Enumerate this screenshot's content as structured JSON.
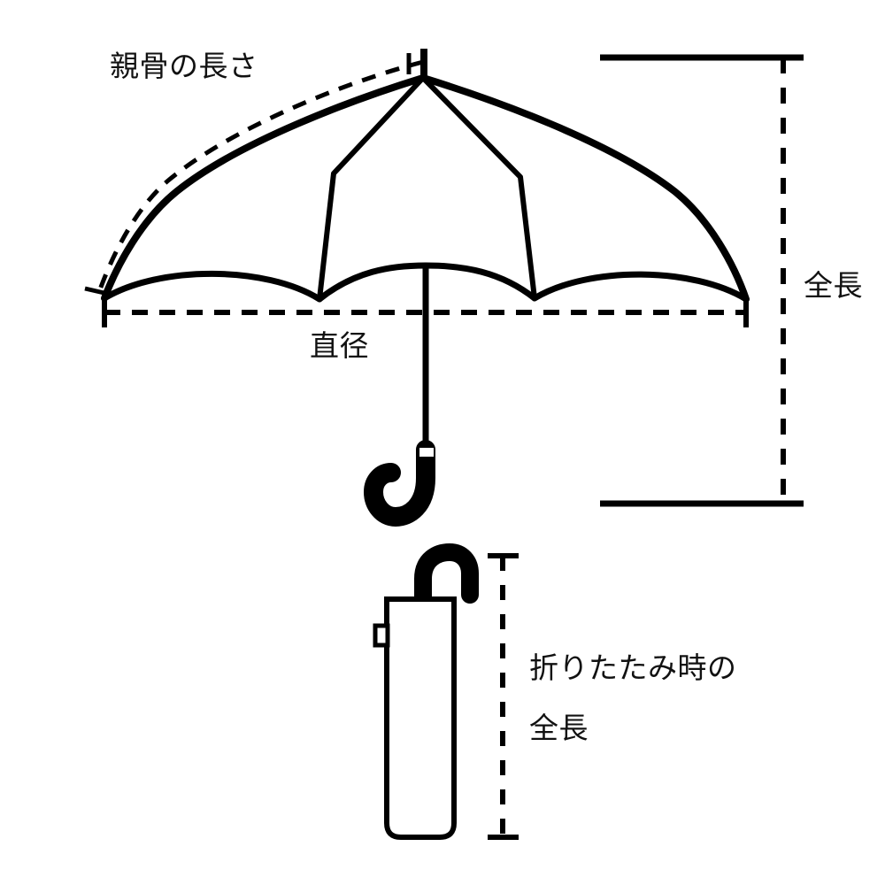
{
  "diagram": {
    "title": "umbrella-measurement-diagram",
    "stroke_color": "#000000",
    "background_color": "#ffffff",
    "labels": {
      "rib_length": "親骨の長さ",
      "diameter": "直径",
      "total_length": "全長",
      "folded_total_length_line1": "折りたたみ時の",
      "folded_total_length_line2": "全長"
    },
    "measurements": [
      {
        "name": "rib-length",
        "label": "親骨の長さ",
        "line_style": "dashed",
        "orientation": "diagonal",
        "from": [
          478,
          70
        ],
        "to": [
          112,
          330
        ]
      },
      {
        "name": "diameter",
        "label": "直径",
        "line_style": "dashed",
        "orientation": "horizontal",
        "from": [
          118,
          353
        ],
        "to": [
          843,
          353
        ]
      },
      {
        "name": "total-length",
        "label": "全長",
        "line_style": "dashed",
        "orientation": "vertical",
        "from": [
          885,
          65
        ],
        "to": [
          885,
          569
        ]
      },
      {
        "name": "folded-total-length",
        "label": "折りたたみ時の全長",
        "line_style": "dashed",
        "orientation": "vertical",
        "from": [
          568,
          628
        ],
        "to": [
          568,
          946
        ]
      }
    ],
    "parts": {
      "open_umbrella": "open-umbrella-front-view",
      "folded_umbrella": "folded-umbrella-front-view",
      "handle": "j-hook-handle",
      "shaft": "umbrella-shaft",
      "canopy": "umbrella-canopy",
      "folded_body": "folded-umbrella-body",
      "folded_hook": "folded-umbrella-hook",
      "strap_tab": "strap-tab"
    }
  }
}
